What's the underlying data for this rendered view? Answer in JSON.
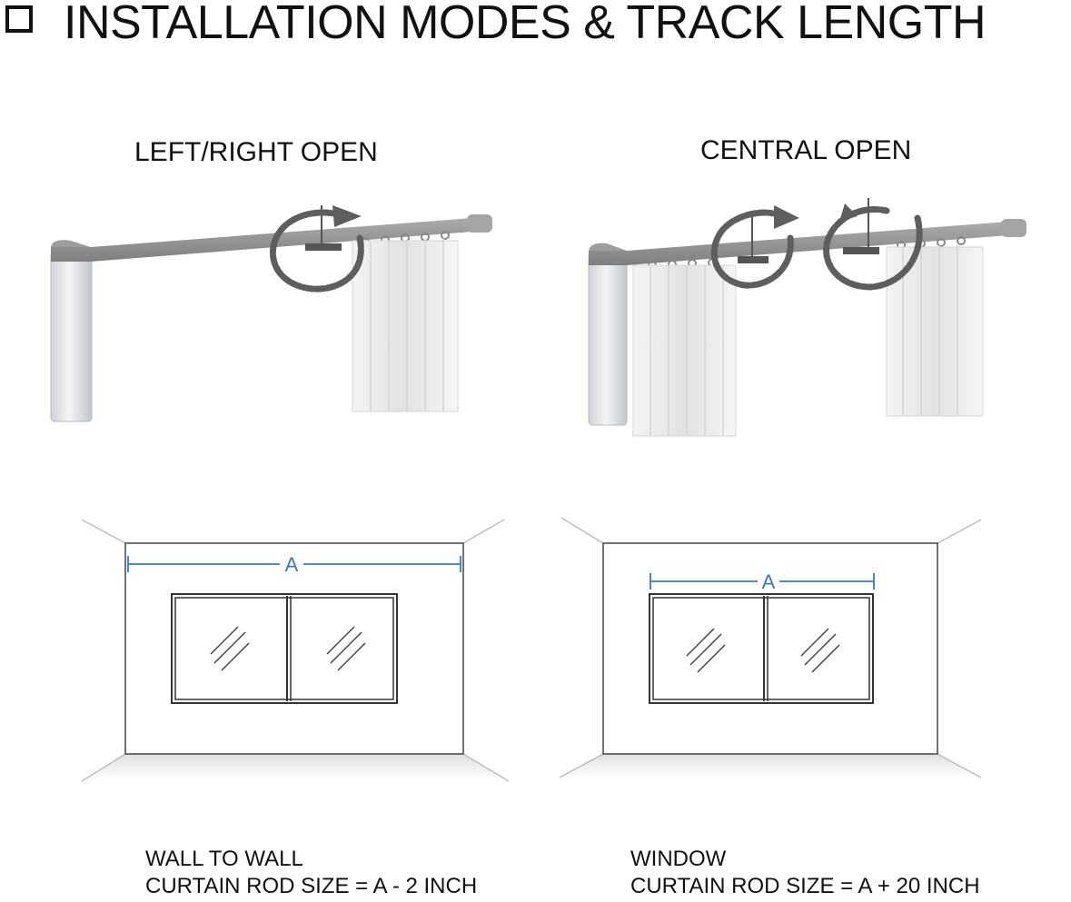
{
  "header": {
    "title": "INSTALLATION MODES & TRACK LENGTH",
    "checkbox_icon": "checkbox-square-icon"
  },
  "modes": [
    {
      "label": "LEFT/RIGHT OPEN",
      "icon": "curtain-track-single-motor-icon",
      "measure_label": "A",
      "caption_line1": "WALL TO WALL",
      "caption_line2": "CURTAIN ROD SIZE = A - 2 INCH"
    },
    {
      "label": "CENTRAL OPEN",
      "icon": "curtain-track-central-open-icon",
      "measure_label": "A",
      "caption_line1": "WINDOW",
      "caption_line2": "CURTAIN ROD SIZE = A + 20 INCH"
    }
  ],
  "colors": {
    "text": "#111111",
    "measure_line": "#3a78c2",
    "track": "#8c8c8c",
    "curtain": "#ececec",
    "arrow": "#5e5e5e"
  }
}
